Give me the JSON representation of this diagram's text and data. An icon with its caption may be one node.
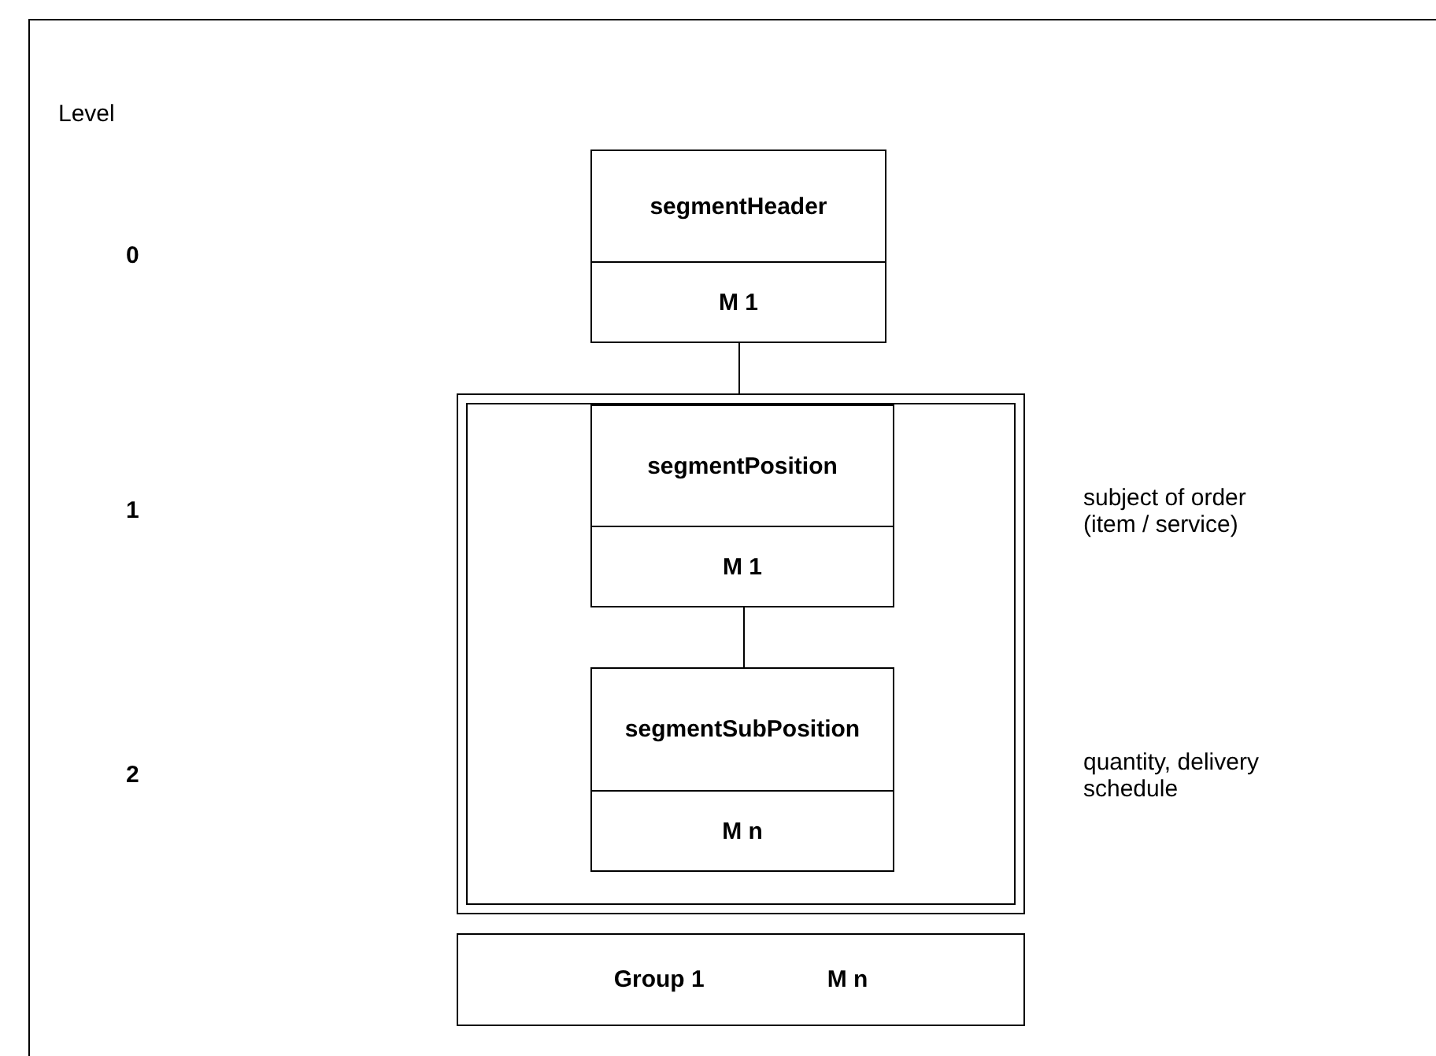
{
  "diagram": {
    "nodes": [
      {
        "text": [
          "segmentHeader",
          "M 1"
        ]
      },
      {
        "text": [],
        "shape": "box"
      },
      {
        "text": [
          "segmentPosition",
          "M 1"
        ],
        "in": 1
      },
      {
        "text": [
          "segmentSubPosition",
          "M n"
        ],
        "in": 1
      },
      {
        "text": [
          "Group 1",
          "M n"
        ]
      }
    ],
    "edges": [
      {
        "from": 0,
        "to": 1,
        "arrow": "none"
      },
      {
        "from": 2,
        "to": 3,
        "arrow": "none"
      }
    ],
    "labels": [
      "Level",
      "0",
      "1",
      "2",
      "subject of order (item / service)",
      "quantity, delivery schedule"
    ]
  }
}
